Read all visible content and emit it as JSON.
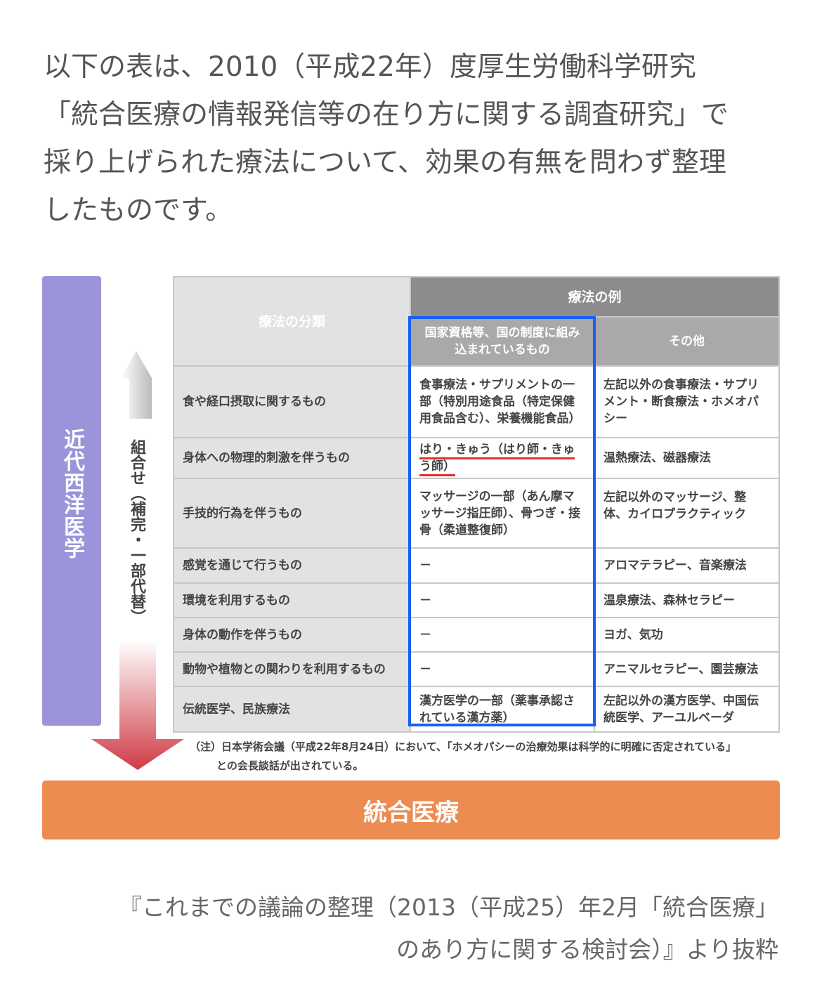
{
  "intro": [
    "以下の表は、2010（平成22年）度厚生労働科学研究",
    "「統合医療の情報発信等の在り方に関する調査研究」で",
    "採り上げられた療法について、効果の有無を問わず整理",
    "したものです。"
  ],
  "diagram": {
    "left_bar": "近代西洋医学",
    "combination": "組合せ（補完・一部代替）",
    "bottom_bar": "統合医療",
    "note": [
      "（注）日本学術会議（平成22年8月24日）において、「ホメオパシーの治療効果は科学的に明確に否定されている」",
      "との会長談話が出されている。"
    ]
  },
  "table": {
    "header_category": "療法の分類",
    "header_examples": "療法の例",
    "header_national": "国家資格等、国の制度に組み込まれているもの",
    "header_other": "その他",
    "rows": [
      {
        "category": "食や経口摂取に関するもの",
        "national": "食事療法・サプリメントの一部（特別用途食品（特定保健用食品含む）、栄養機能食品）",
        "other": "左記以外の食事療法・サプリメント・断食療法・ホメオパシー"
      },
      {
        "category": "身体への物理的刺激を伴うもの",
        "national": "はり・きゅう（はり師・きゅう師）",
        "other": "温熱療法、磁器療法"
      },
      {
        "category": "手技的行為を伴うもの",
        "national": "マッサージの一部（あん摩マッサージ指圧師）、骨つぎ・接骨（柔道整復師）",
        "other": "左記以外のマッサージ、整体、カイロプラクティック"
      },
      {
        "category": "感覚を通じて行うもの",
        "national": "－",
        "other": "アロマテラピー、音楽療法"
      },
      {
        "category": "環境を利用するもの",
        "national": "－",
        "other": "温泉療法、森林セラピー"
      },
      {
        "category": "身体の動作を伴うもの",
        "national": "－",
        "other": "ヨガ、気功"
      },
      {
        "category": "動物や植物との関わりを利用するもの",
        "national": "－",
        "other": "アニマルセラピー、園芸療法"
      },
      {
        "category": "伝統医学、民族療法",
        "national": "漢方医学の一部（薬事承認されている漢方薬）",
        "other": "左記以外の漢方医学、中国伝統医学、アーユルベーダ"
      }
    ]
  },
  "citation": [
    "『これまでの議論の整理（2013（平成25）年2月「統合医療」",
    "のあり方に関する検討会）』より抜粋"
  ],
  "colors": {
    "highlight_box": "#1a5ff5",
    "underline": "#e5302a",
    "western": "#9b94da",
    "integrative": "#ed8c51"
  }
}
